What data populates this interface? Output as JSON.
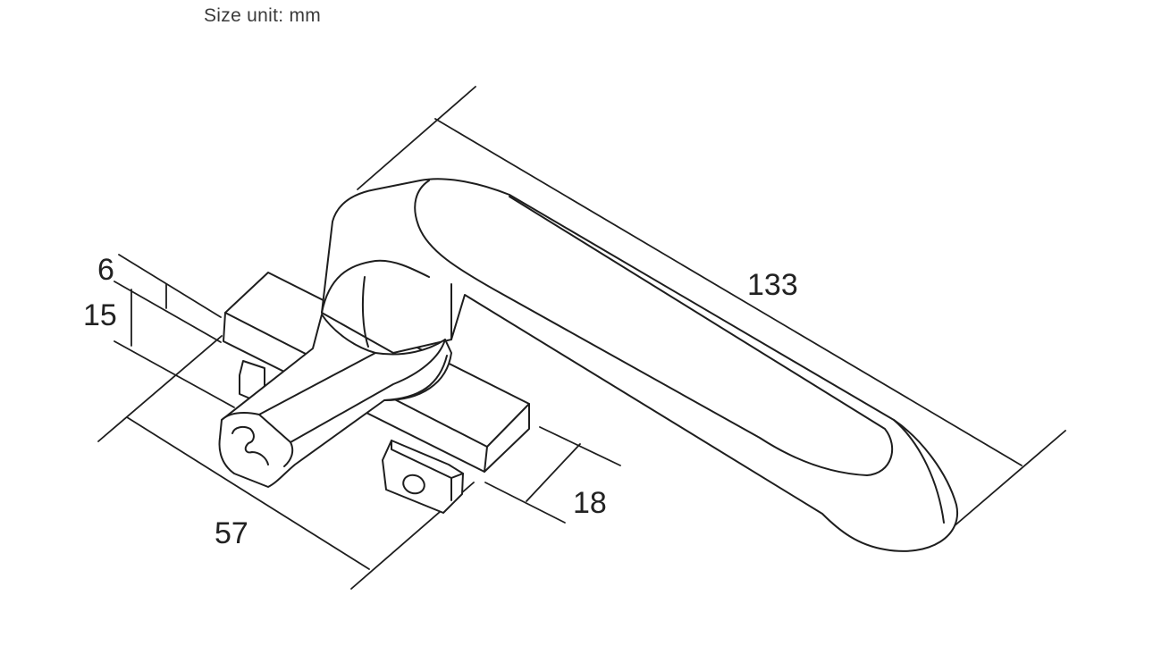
{
  "header": {
    "unit_note": "Size unit: mm"
  },
  "dimensions": {
    "length": "133",
    "width": "57",
    "height": "18",
    "base_thickness": "15",
    "top_offset": "6"
  },
  "colors": {
    "line": "#1e1e1e",
    "background": "#ffffff",
    "text": "#222222"
  }
}
